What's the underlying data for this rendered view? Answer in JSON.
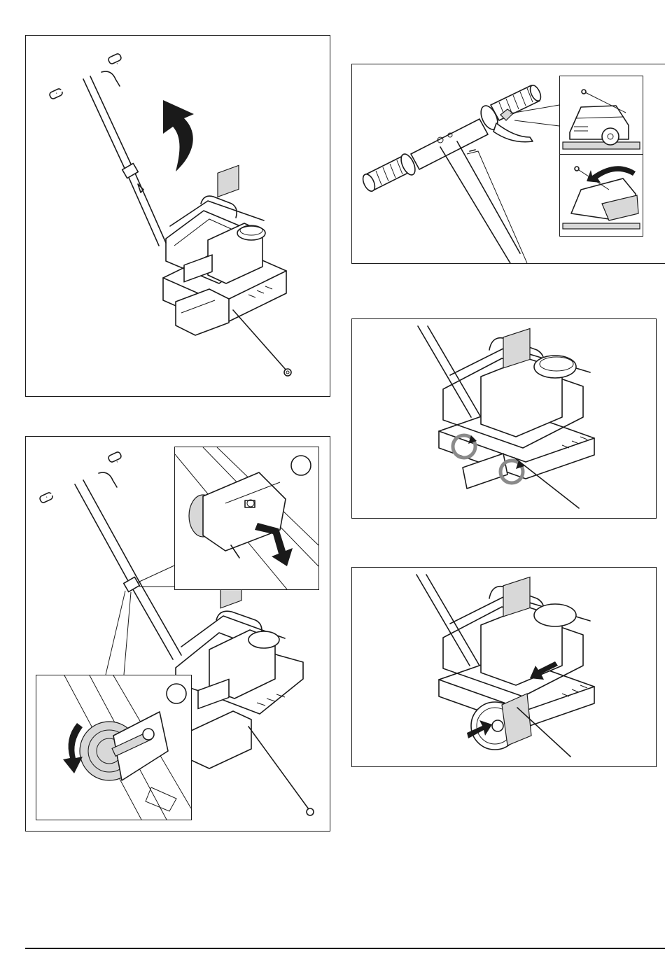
{
  "page": {
    "figures": [
      {
        "id": "fig-raise-handle",
        "caption": ""
      },
      {
        "id": "fig-handle-lever",
        "caption": ""
      },
      {
        "id": "fig-handle-clamp",
        "caption": ""
      },
      {
        "id": "fig-depth-knobs",
        "caption": ""
      },
      {
        "id": "fig-blade-mount",
        "caption": ""
      }
    ],
    "icons": [
      "curved-arrow-icon",
      "down-arrow-icon",
      "rotate-arrow-icon",
      "push-arrow-icon"
    ]
  }
}
